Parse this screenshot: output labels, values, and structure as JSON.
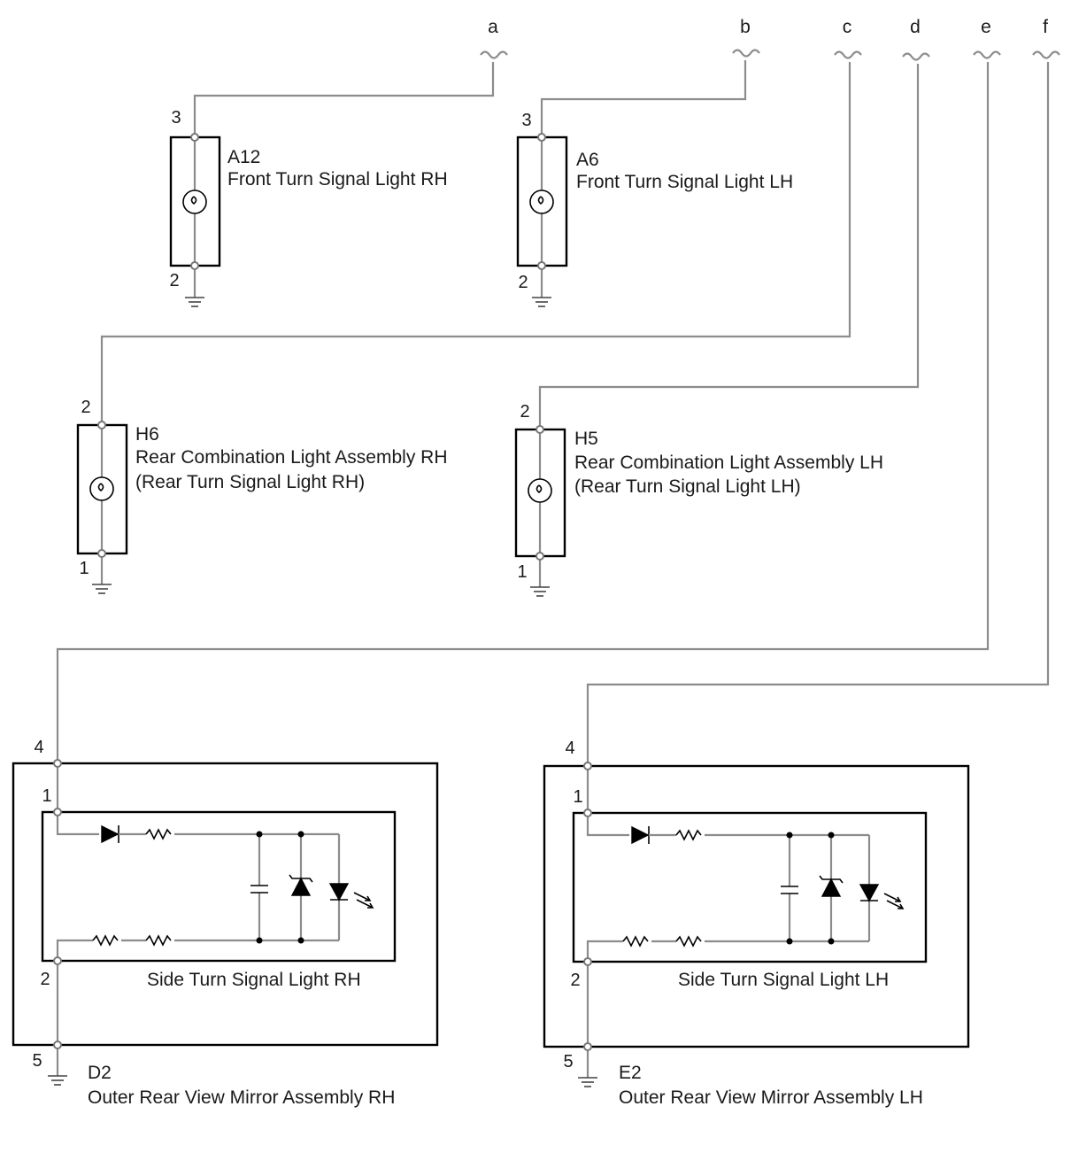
{
  "wire_labels": [
    "a",
    "b",
    "c",
    "d",
    "e",
    "f"
  ],
  "components": {
    "a12": {
      "code": "A12",
      "name": "Front Turn Signal Light RH",
      "pin_top": "3",
      "pin_bottom": "2"
    },
    "a6": {
      "code": "A6",
      "name": "Front Turn Signal Light LH",
      "pin_top": "3",
      "pin_bottom": "2"
    },
    "h6": {
      "code": "H6",
      "name": "Rear Combination Light Assembly RH",
      "sub": "(Rear Turn Signal Light RH)",
      "pin_top": "2",
      "pin_bottom": "1"
    },
    "h5": {
      "code": "H5",
      "name": "Rear Combination Light Assembly LH",
      "sub": "(Rear Turn Signal Light LH)",
      "pin_top": "2",
      "pin_bottom": "1"
    },
    "d2": {
      "code": "D2",
      "name": "Outer Rear View Mirror Assembly RH",
      "inner": "Side Turn Signal Light RH",
      "pin_outer_top": "4",
      "pin_inner_top": "1",
      "pin_inner_bottom": "2",
      "pin_outer_bottom": "5"
    },
    "e2": {
      "code": "E2",
      "name": "Outer Rear View Mirror Assembly LH",
      "inner": "Side Turn Signal Light LH",
      "pin_outer_top": "4",
      "pin_inner_top": "1",
      "pin_inner_bottom": "2",
      "pin_outer_bottom": "5"
    }
  }
}
